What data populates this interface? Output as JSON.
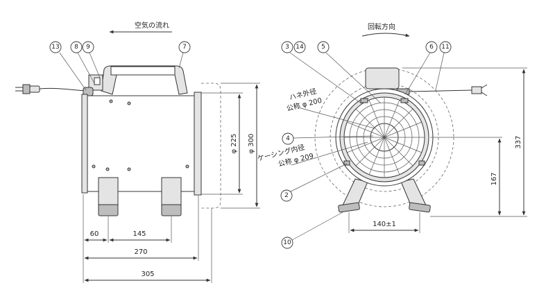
{
  "side_view": {
    "airflow_label": "空気の流れ",
    "dims": {
      "d60": "60",
      "d145": "145",
      "d270": "270",
      "d305": "305",
      "dia225": "φ 225",
      "dia300": "φ 300"
    },
    "callouts": [
      "13",
      "8",
      "9",
      "7"
    ]
  },
  "front_view": {
    "rotation_label": "回転方向",
    "blade_note_1": "ハネ外径",
    "blade_note_2": "公称 φ 200",
    "casing_note_1": "ケーシング内径",
    "casing_note_2": "公称 φ 209",
    "dims": {
      "d337": "337",
      "d167": "167",
      "d140": "140±1"
    },
    "callouts": [
      "3",
      "14",
      "5",
      "6",
      "11",
      "4",
      "2",
      "10"
    ]
  },
  "colors": {
    "line": "#333333",
    "fill_light": "#e4e4e4",
    "fill_dark": "#bdbdbd"
  }
}
